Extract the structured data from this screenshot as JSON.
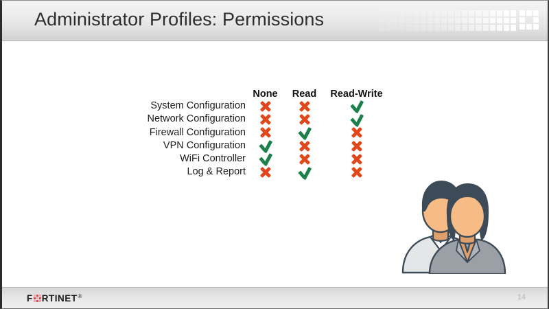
{
  "slide": {
    "title": "Administrator Profiles: Permissions",
    "page_number": "14"
  },
  "brand": {
    "name": "FORTINET",
    "name_part1": "F",
    "name_part2": "RTINET",
    "trademark": "®",
    "logo_icon": "fortinet-grid-logo",
    "accent_red": "#e8414c",
    "header_logo_icon": "fortinet-grid-logo-white"
  },
  "colors": {
    "allowed": "#1b8049",
    "denied": "#e0471a",
    "header_text": "#2e2e2e",
    "body_text": "#1c1c1c"
  },
  "table": {
    "columns": [
      "",
      "None",
      "Read",
      "Read-Write"
    ],
    "rows": [
      {
        "label": "System Configuration",
        "None": "x",
        "Read": "x",
        "Read-Write": "check"
      },
      {
        "label": "Network Configuration",
        "None": "x",
        "Read": "x",
        "Read-Write": "check"
      },
      {
        "label": "Firewall Configuration",
        "None": "x",
        "Read": "check",
        "Read-Write": "x"
      },
      {
        "label": "VPN Configuration",
        "None": "check",
        "Read": "x",
        "Read-Write": "x"
      },
      {
        "label": "WiFi Controller",
        "None": "check",
        "Read": "x",
        "Read-Write": "x"
      },
      {
        "label": "Log & Report",
        "None": "x",
        "Read": "check",
        "Read-Write": "x"
      }
    ]
  },
  "illustration": {
    "name": "two-users-avatar",
    "skin": "#f7bc85",
    "skin_shadow": "#e0a06c",
    "hair": "#3d4a57",
    "shirt_front": "#9aa0a6",
    "shirt_back": "#e4e6e8",
    "outline": "#3d4a57"
  }
}
